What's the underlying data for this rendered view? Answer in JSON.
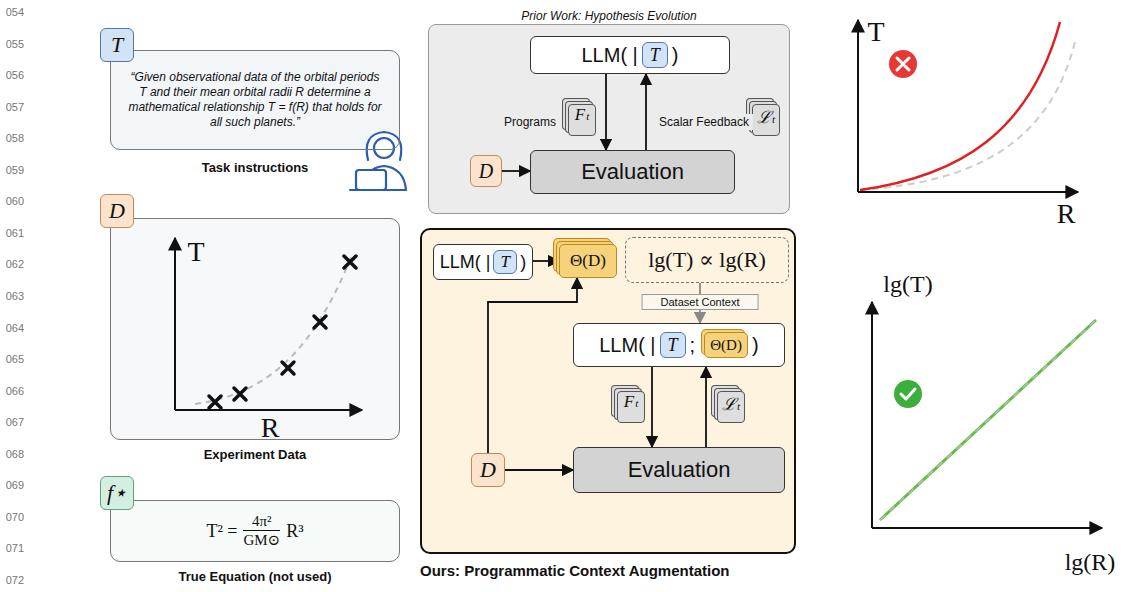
{
  "diagram": {
    "nodes": [
      {
        "text": [
          "“Given observational data of the orbital periods T and their mean orbital radii R determine a mathematical relationship T = f(R) that holds for all such planets.”",
          "Task instructions"
        ]
      },
      {
        "text": [
          "T"
        ],
        "in": 0
      },
      {
        "text": [
          "Experiment Data"
        ]
      },
      {
        "text": [
          "D"
        ],
        "in": 2
      },
      {
        "text": [
          "T² =",
          "4π²",
          "GM⊙",
          "R³",
          "True Equation (not used)"
        ]
      },
      {
        "text": [
          "f⋆"
        ],
        "in": 4
      },
      {
        "text": [
          "Prior Work: Hypothesis Evolution"
        ]
      },
      {
        "text": [
          "LLM( |",
          ")"
        ],
        "in": 6
      },
      {
        "text": [
          "T"
        ],
        "in": 7
      },
      {
        "text": [
          "Evaluation"
        ],
        "in": 6
      },
      {
        "text": [
          "D"
        ],
        "in": 6
      },
      {
        "text": [
          "F",
          "t"
        ],
        "in": 6
      },
      {
        "text": [
          "ℒ",
          "t"
        ],
        "in": 6
      },
      {
        "text": [
          "Ours: Programmatic Context Augmentation"
        ]
      },
      {
        "text": [
          "LLM( |",
          ")"
        ],
        "in": 13
      },
      {
        "text": [
          "T"
        ],
        "in": 14
      },
      {
        "text": [
          "Θ(D)"
        ],
        "in": 13
      },
      {
        "text": [
          "lg(T) ∝ lg(R)"
        ],
        "in": 13
      },
      {
        "text": [
          "LLM( |",
          ";",
          ")"
        ],
        "in": 13
      },
      {
        "text": [
          "T"
        ],
        "in": 18
      },
      {
        "text": [
          "Θ(D)"
        ],
        "in": 18
      },
      {
        "text": [
          "F",
          "t"
        ],
        "in": 13
      },
      {
        "text": [
          "ℒ",
          "t"
        ],
        "in": 13
      },
      {
        "text": [
          "Evaluation"
        ],
        "in": 13
      },
      {
        "text": [
          "D"
        ],
        "in": 13
      }
    ],
    "edges": [
      {
        "from": 7,
        "to": 9,
        "arrow": "to",
        "label": "Programs"
      },
      {
        "from": 9,
        "to": 7,
        "arrow": "to",
        "label": "Scalar Feedback"
      },
      {
        "from": 10,
        "to": 9,
        "arrow": "to"
      },
      {
        "from": 14,
        "to": 16,
        "arrow": "to"
      },
      {
        "from": 24,
        "to": 16,
        "arrow": "to"
      },
      {
        "from": 17,
        "to": 18,
        "arrow": "to",
        "label": "Dataset Context"
      },
      {
        "from": 18,
        "to": 23,
        "arrow": "to"
      },
      {
        "from": 23,
        "to": 18,
        "arrow": "to"
      },
      {
        "from": 24,
        "to": 23,
        "arrow": "to"
      }
    ],
    "labels": [
      "054",
      "055",
      "056",
      "057",
      "058",
      "059",
      "060",
      "061",
      "062",
      "063",
      "064",
      "065",
      "066",
      "067",
      "068",
      "069",
      "070",
      "071",
      "072",
      "T",
      "R",
      "T",
      "R",
      "lg(T)",
      "lg(R)"
    ]
  }
}
